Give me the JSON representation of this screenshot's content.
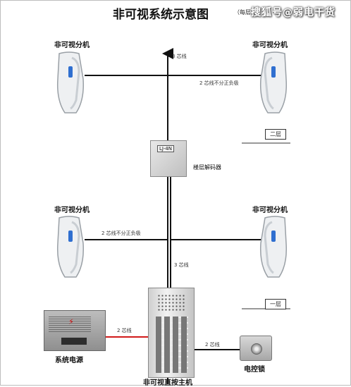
{
  "title": "非可视系统示意图",
  "note": "（每层",
  "watermark": "搜狐号@弱电干货",
  "units": {
    "indoor_label": "非可视分机",
    "decoder_label": "楼层解码器",
    "decoder_model": "LJ-4N",
    "host_label": "非可视直按主机",
    "psu_label": "系统电源",
    "lock_label": "电控锁"
  },
  "wires": {
    "riser_top": "3 芯线",
    "riser_mid": "3 芯线",
    "branch_upper": "2 芯线不分正负极",
    "branch_lower": "2 芯线不分正负极",
    "psu_wire": "2 芯线",
    "lock_wire": "2 芯线"
  },
  "floors": {
    "upper": "二层",
    "lower": "一层"
  },
  "colors": {
    "wire": "#111111",
    "power_wire": "#d11a1a",
    "handset": "#eef0f2",
    "accent": "#2f6fd0"
  },
  "icons": [
    "handset-phone-icon",
    "decoder-box-icon",
    "host-panel-icon",
    "power-supply-icon",
    "electric-lock-icon"
  ]
}
